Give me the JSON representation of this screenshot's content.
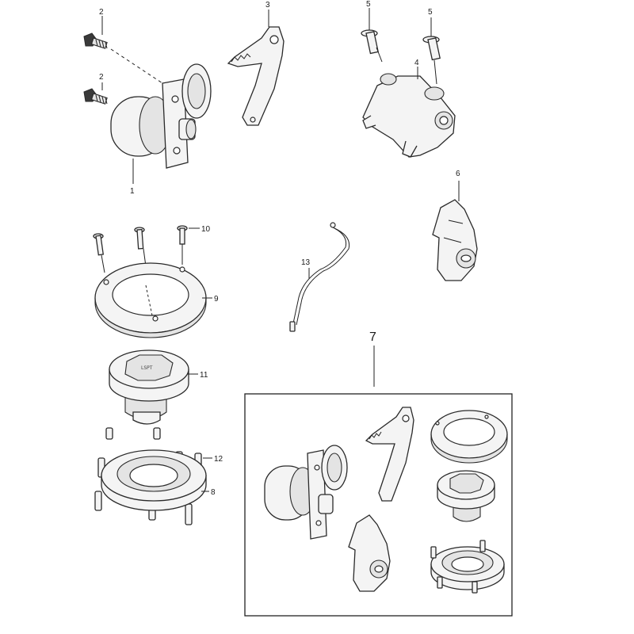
{
  "callouts": {
    "p1": "1",
    "p2a": "2",
    "p2b": "2",
    "p3": "3",
    "p4": "4",
    "p5a": "5",
    "p5b": "5",
    "p6": "6",
    "p7": "7",
    "p8": "8",
    "p9": "9",
    "p10": "10",
    "p11": "11",
    "p12": "12",
    "p13": "13"
  },
  "colors": {
    "line": "#222222",
    "part_fill": "#f4f4f4",
    "background": "#ffffff"
  }
}
